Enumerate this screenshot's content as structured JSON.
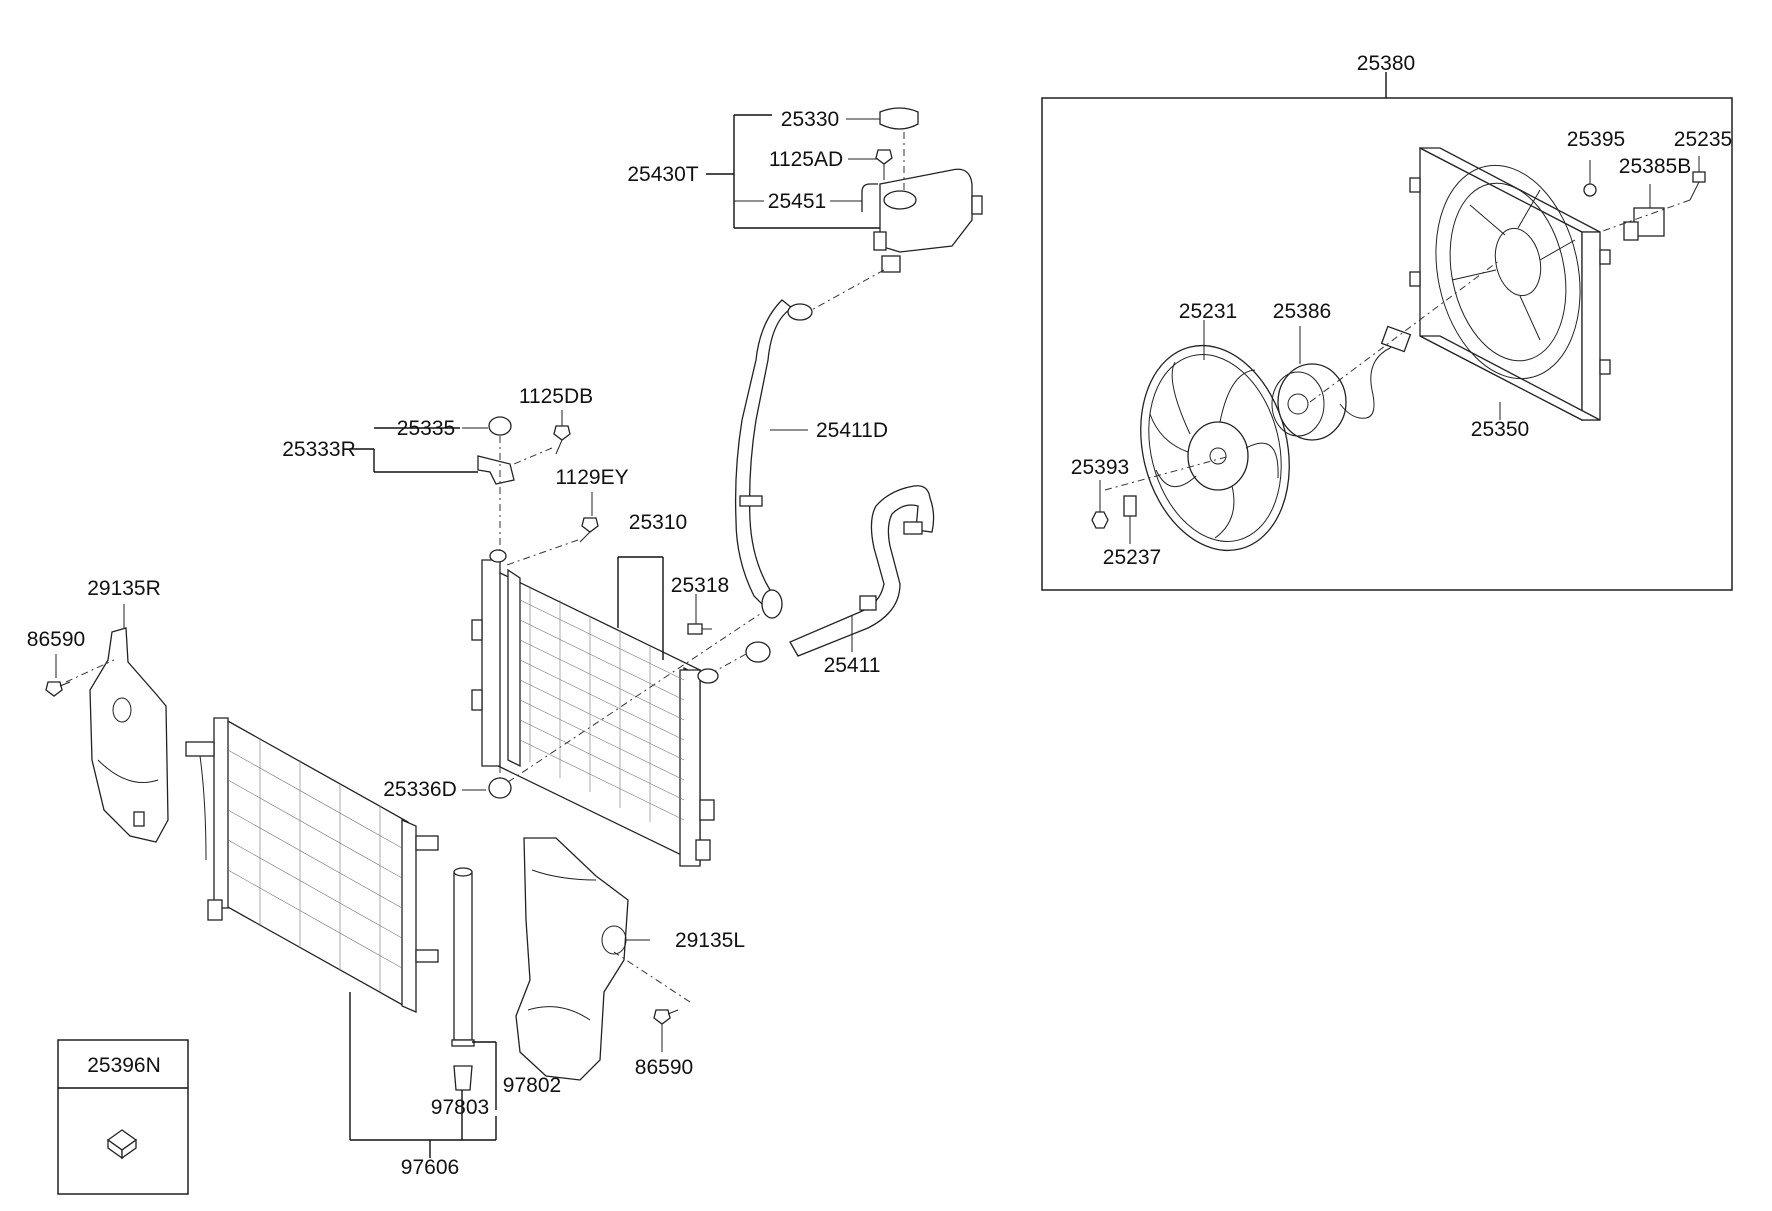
{
  "labels": {
    "p25380": "25380",
    "p25330": "25330",
    "p1125AD": "1125AD",
    "p25430T": "25430T",
    "p25451": "25451",
    "p25395": "25395",
    "p25235": "25235",
    "p25385B": "25385B",
    "p25231": "25231",
    "p25386": "25386",
    "p25350": "25350",
    "p25393": "25393",
    "p25237": "25237",
    "p1125DB": "1125DB",
    "p25335": "25335",
    "p25333R": "25333R",
    "p25411D": "25411D",
    "p1129EY": "1129EY",
    "p25310": "25310",
    "p25318": "25318",
    "p29135R": "29135R",
    "p86590a": "86590",
    "p25411": "25411",
    "p25336D": "25336D",
    "p29135L": "29135L",
    "p86590b": "86590",
    "p97802": "97802",
    "p97803": "97803",
    "p97606": "97606",
    "p25396N": "25396N"
  }
}
